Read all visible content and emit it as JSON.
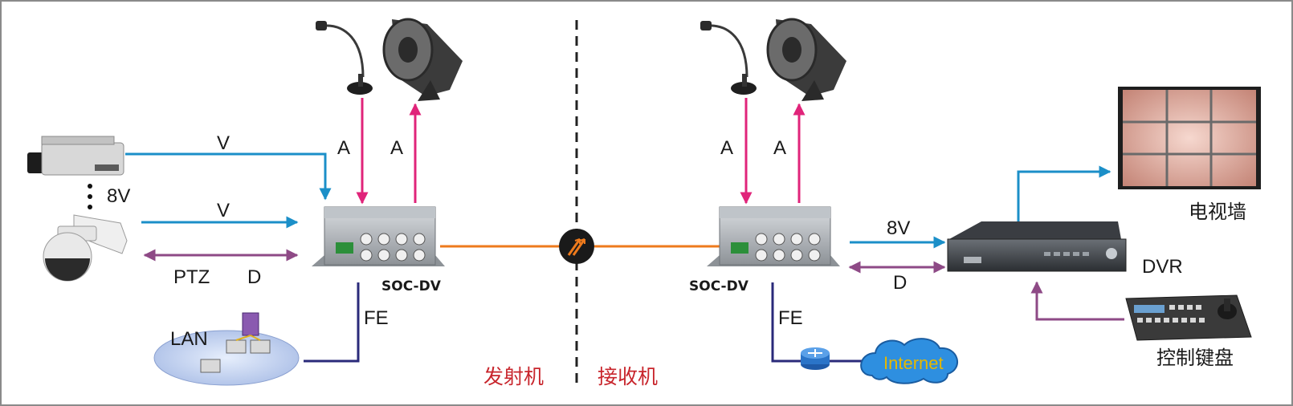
{
  "signals": {
    "video": "V",
    "video_8": "8V",
    "audio": "A",
    "data": "D",
    "ptz": "PTZ",
    "ethernet": "FE"
  },
  "devices": {
    "transmitter_model": "SOC-DV",
    "receiver_model": "SOC-DV",
    "dvr": "DVR",
    "video_wall": "电视墙",
    "keyboard": "控制键盘",
    "lan": "LAN",
    "internet": "Internet"
  },
  "sections": {
    "transmitter": "发射机",
    "receiver": "接收机"
  },
  "colors": {
    "video": "#1b8fc8",
    "audio": "#e0247a",
    "data": "#8e4a86",
    "fiber": "#ee7a1c",
    "ethernet": "#2a2a7a",
    "section_label": "#c8252c"
  }
}
